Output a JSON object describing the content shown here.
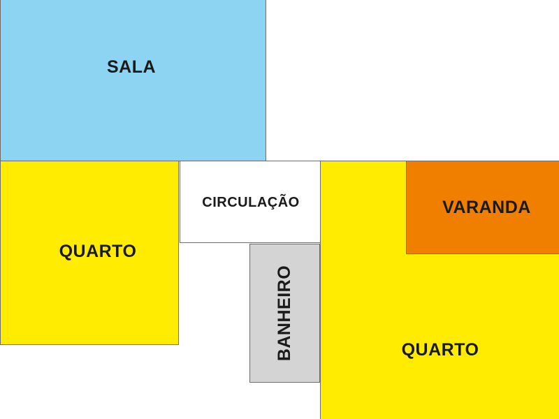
{
  "colors": {
    "sala": "#8dd3f2",
    "quarto": "#ffec00",
    "circulacao": "#ffffff",
    "banheiro": "#d4d4d4",
    "varanda": "#f07f00",
    "border": "#6b6b6b"
  },
  "rooms": {
    "sala": {
      "label": "SALA"
    },
    "quarto_left": {
      "label": "QUARTO"
    },
    "circulacao": {
      "label": "CIRCULAÇÃO"
    },
    "banheiro": {
      "label": "BANHEIRO"
    },
    "quarto_right": {
      "label": "QUARTO"
    },
    "varanda": {
      "label": "VARANDA"
    }
  }
}
